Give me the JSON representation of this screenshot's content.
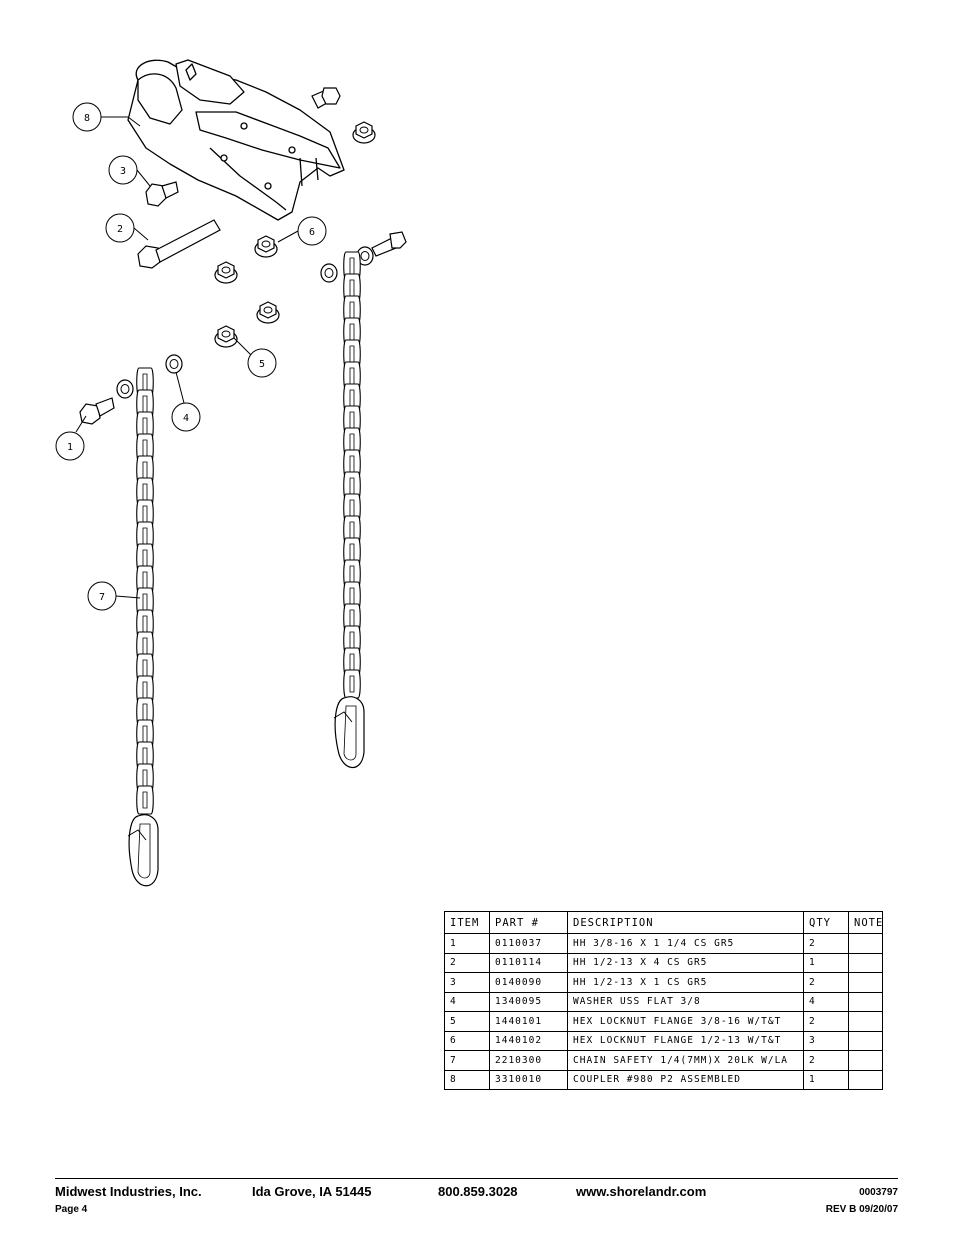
{
  "callouts": [
    "8",
    "3",
    "2",
    "6",
    "5",
    "4",
    "1",
    "7"
  ],
  "parts_table": {
    "headers": [
      "ITEM",
      "PART #",
      "DESCRIPTION",
      "QTY",
      "NOTE"
    ],
    "rows": [
      [
        "1",
        "0110037",
        "HH 3/8-16 X 1 1/4 CS GR5",
        "2",
        ""
      ],
      [
        "2",
        "0110114",
        "HH 1/2-13 X 4 CS GR5",
        "1",
        ""
      ],
      [
        "3",
        "0140090",
        "HH 1/2-13 X 1 CS GR5",
        "2",
        ""
      ],
      [
        "4",
        "1340095",
        "WASHER USS FLAT 3/8",
        "4",
        ""
      ],
      [
        "5",
        "1440101",
        "HEX LOCKNUT FLANGE 3/8-16 W/T&T",
        "2",
        ""
      ],
      [
        "6",
        "1440102",
        "HEX LOCKNUT FLANGE 1/2-13 W/T&T",
        "3",
        ""
      ],
      [
        "7",
        "2210300",
        "CHAIN SAFETY 1/4(7MM)X 20LK W/LA",
        "2",
        ""
      ],
      [
        "8",
        "3310010",
        "COUPLER #980 P2 ASSEMBLED",
        "1",
        ""
      ]
    ]
  },
  "footer": {
    "company": "Midwest Industries, Inc.",
    "location": "Ida Grove, IA  51445",
    "phone": "800.859.3028",
    "website": "www.shorelandr.com",
    "doc_number": "0003797",
    "page": "Page 4",
    "revision": "REV B  09/20/07"
  }
}
